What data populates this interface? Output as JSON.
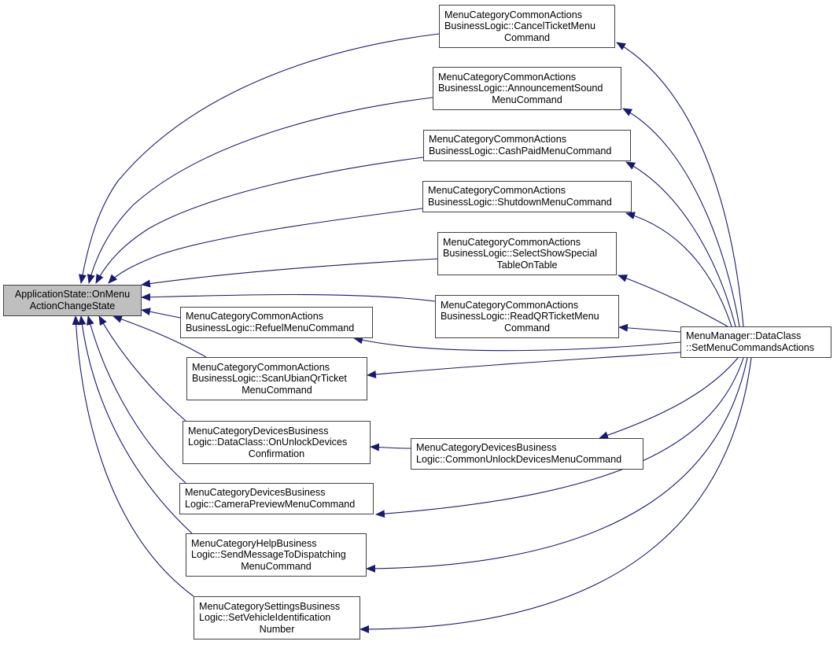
{
  "diagram": {
    "type": "caller-graph",
    "edge_color": "#191970",
    "root_fill": "#bfbfbf",
    "nodes": [
      {
        "id": "root",
        "lines": [
          "ApplicationState::OnMenu",
          "ActionChangeState"
        ],
        "role": "root"
      },
      {
        "id": "cancel_ticket",
        "lines": [
          "MenuCategoryCommonActions",
          "BusinessLogic::CancelTicketMenu",
          "Command"
        ]
      },
      {
        "id": "announcement_sound",
        "lines": [
          "MenuCategoryCommonActions",
          "BusinessLogic::AnnouncementSound",
          "MenuCommand"
        ]
      },
      {
        "id": "cash_paid",
        "lines": [
          "MenuCategoryCommonActions",
          "BusinessLogic::CashPaidMenuCommand"
        ]
      },
      {
        "id": "shutdown",
        "lines": [
          "MenuCategoryCommonActions",
          "BusinessLogic::ShutdownMenuCommand"
        ]
      },
      {
        "id": "select_show_special",
        "lines": [
          "MenuCategoryCommonActions",
          "BusinessLogic::SelectShowSpecial",
          "TableOnTable"
        ]
      },
      {
        "id": "read_qr_ticket",
        "lines": [
          "MenuCategoryCommonActions",
          "BusinessLogic::ReadQRTicketMenu",
          "Command"
        ]
      },
      {
        "id": "refuel",
        "lines": [
          "MenuCategoryCommonActions",
          "BusinessLogic::RefuelMenuCommand"
        ]
      },
      {
        "id": "scan_ubian_qr",
        "lines": [
          "MenuCategoryCommonActions",
          "BusinessLogic::ScanUbianQrTicket",
          "MenuCommand"
        ]
      },
      {
        "id": "on_unlock_devices_confirmation",
        "lines": [
          "MenuCategoryDevicesBusiness",
          "Logic::DataClass::OnUnlockDevices",
          "Confirmation"
        ]
      },
      {
        "id": "common_unlock_devices",
        "lines": [
          "MenuCategoryDevicesBusiness",
          "Logic::CommonUnlockDevicesMenuCommand"
        ]
      },
      {
        "id": "camera_preview",
        "lines": [
          "MenuCategoryDevicesBusiness",
          "Logic::CameraPreviewMenuCommand"
        ]
      },
      {
        "id": "send_message_dispatching",
        "lines": [
          "MenuCategoryHelpBusiness",
          "Logic::SendMessageToDispatching",
          "MenuCommand"
        ]
      },
      {
        "id": "set_vin",
        "lines": [
          "MenuCategorySettingsBusiness",
          "Logic::SetVehicleIdentification",
          "Number"
        ]
      },
      {
        "id": "set_menu_commands_actions",
        "lines": [
          "MenuManager::DataClass",
          "::SetMenuCommandsActions"
        ]
      }
    ],
    "edges": [
      {
        "from": "cancel_ticket",
        "to": "root"
      },
      {
        "from": "announcement_sound",
        "to": "root"
      },
      {
        "from": "cash_paid",
        "to": "root"
      },
      {
        "from": "shutdown",
        "to": "root"
      },
      {
        "from": "select_show_special",
        "to": "root"
      },
      {
        "from": "read_qr_ticket",
        "to": "root"
      },
      {
        "from": "refuel",
        "to": "root"
      },
      {
        "from": "scan_ubian_qr",
        "to": "root"
      },
      {
        "from": "on_unlock_devices_confirmation",
        "to": "root"
      },
      {
        "from": "camera_preview",
        "to": "root"
      },
      {
        "from": "send_message_dispatching",
        "to": "root"
      },
      {
        "from": "set_vin",
        "to": "root"
      },
      {
        "from": "common_unlock_devices",
        "to": "on_unlock_devices_confirmation"
      },
      {
        "from": "set_menu_commands_actions",
        "to": "cancel_ticket"
      },
      {
        "from": "set_menu_commands_actions",
        "to": "announcement_sound"
      },
      {
        "from": "set_menu_commands_actions",
        "to": "cash_paid"
      },
      {
        "from": "set_menu_commands_actions",
        "to": "shutdown"
      },
      {
        "from": "set_menu_commands_actions",
        "to": "select_show_special"
      },
      {
        "from": "set_menu_commands_actions",
        "to": "read_qr_ticket"
      },
      {
        "from": "set_menu_commands_actions",
        "to": "refuel"
      },
      {
        "from": "set_menu_commands_actions",
        "to": "scan_ubian_qr"
      },
      {
        "from": "set_menu_commands_actions",
        "to": "common_unlock_devices"
      },
      {
        "from": "set_menu_commands_actions",
        "to": "camera_preview"
      },
      {
        "from": "set_menu_commands_actions",
        "to": "send_message_dispatching"
      },
      {
        "from": "set_menu_commands_actions",
        "to": "set_vin"
      }
    ]
  }
}
